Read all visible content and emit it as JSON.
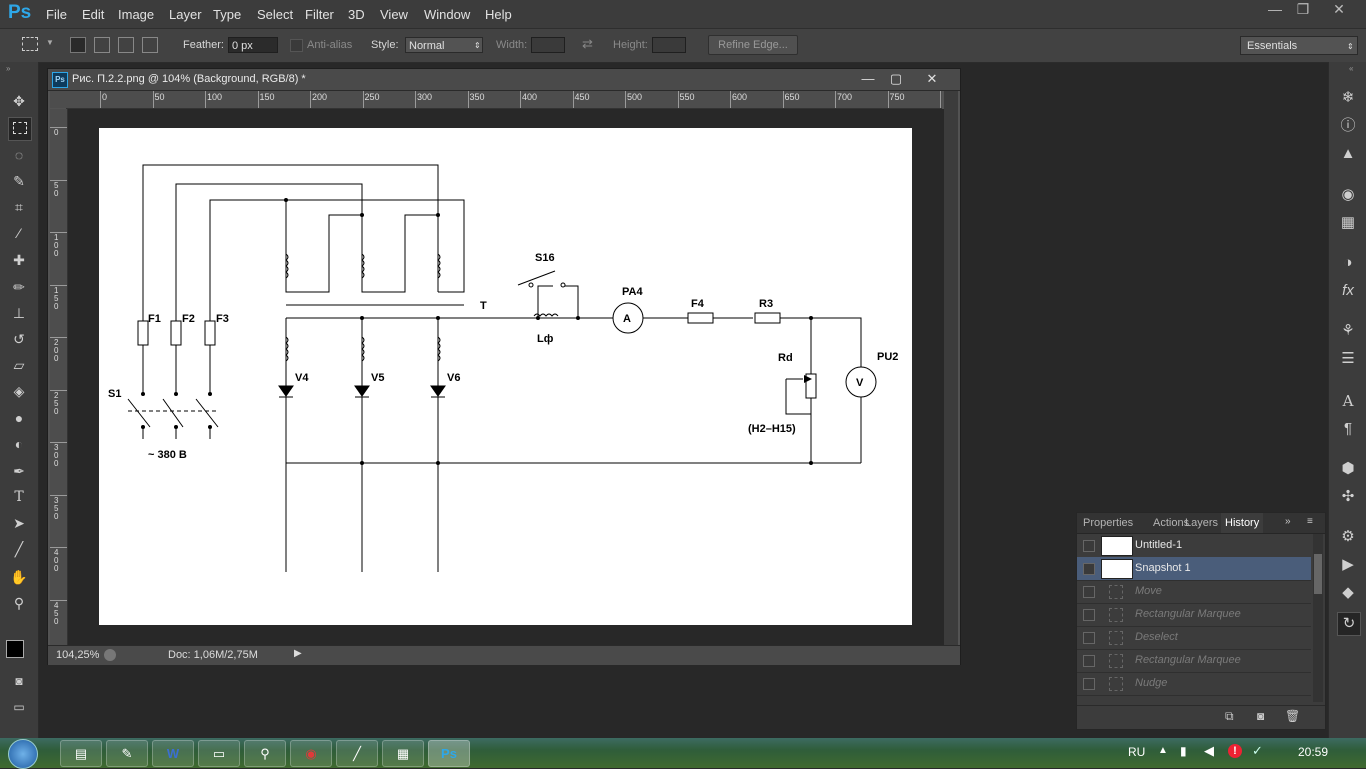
{
  "app": {
    "logo": "Ps"
  },
  "menu": [
    "File",
    "Edit",
    "Image",
    "Layer",
    "Type",
    "Select",
    "Filter",
    "3D",
    "View",
    "Window",
    "Help"
  ],
  "window_controls": {
    "minimize": "—",
    "restore": "❐",
    "close": "✕"
  },
  "options_bar": {
    "feather_label": "Feather:",
    "feather_value": "0 px",
    "antialias_label": "Anti-alias",
    "style_label": "Style:",
    "style_value": "Normal",
    "width_label": "Width:",
    "height_label": "Height:",
    "refine_edge": "Refine Edge...",
    "workspace": "Essentials"
  },
  "document": {
    "title": "Рис. П.2.2.png @ 104% (Background, RGB/8) *",
    "zoom": "104,25%",
    "doc_size": "Doc: 1,06M/2,75M",
    "hruler_ticks": [
      "0",
      "50",
      "100",
      "150",
      "200",
      "250",
      "300",
      "350",
      "400",
      "450",
      "500",
      "550",
      "600",
      "650",
      "700",
      "750",
      "8"
    ],
    "vruler_ticks": [
      "0",
      "5 0",
      "1 0 0",
      "1 5 0",
      "2 0 0",
      "2 5 0",
      "3 0 0",
      "3 5 0",
      "4 0 0",
      "4 5 0"
    ]
  },
  "schematic": {
    "fuses": [
      "F1",
      "F2",
      "F3"
    ],
    "switch": "S1",
    "supply": "~ 380 В",
    "transformer": "T",
    "diodes": [
      "V4",
      "V5",
      "V6"
    ],
    "switch2": "S16",
    "inductor": "Lф",
    "ammeter": "PA4",
    "ammeter_symbol": "A",
    "fuse4": "F4",
    "resistor": "R3",
    "rheostat": "Rd",
    "rheostat_range": "(Н2–Н15)",
    "voltmeter": "PU2",
    "voltmeter_symbol": "V"
  },
  "panel": {
    "tabs": [
      "Properties",
      "Actions",
      "Layers",
      "History"
    ],
    "active_tab": "History",
    "history": [
      {
        "label": "Untitled-1",
        "state": "normal"
      },
      {
        "label": "Snapshot 1",
        "state": "selected"
      },
      {
        "label": "Move",
        "state": "disabled"
      },
      {
        "label": "Rectangular Marquee",
        "state": "disabled"
      },
      {
        "label": "Deselect",
        "state": "disabled"
      },
      {
        "label": "Rectangular Marquee",
        "state": "disabled"
      },
      {
        "label": "Nudge",
        "state": "disabled"
      }
    ]
  },
  "taskbar": {
    "language": "RU",
    "clock": "20:59"
  },
  "colors": {
    "accent": "#2ea7e8",
    "selected_row": "#4a5d7a",
    "canvas_bg": "#282828"
  }
}
